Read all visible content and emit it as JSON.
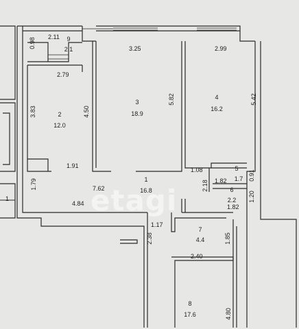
{
  "watermark": "etagi",
  "rooms": [
    {
      "id": "room-1",
      "number": "1",
      "area": "16.8"
    },
    {
      "id": "room-2",
      "number": "2",
      "area": "12.0"
    },
    {
      "id": "room-3",
      "number": "3",
      "area": "18.9"
    },
    {
      "id": "room-4",
      "number": "4",
      "area": "16.2"
    },
    {
      "id": "room-5",
      "number": "5",
      "area": "1.7"
    },
    {
      "id": "room-6",
      "number": "6",
      "area": "2.2"
    },
    {
      "id": "room-7",
      "number": "7",
      "area": "4.4"
    },
    {
      "id": "room-8",
      "number": "8",
      "area": "17.6"
    },
    {
      "id": "room-9",
      "number": "9",
      "area": "2.1"
    }
  ],
  "dimensions": {
    "d211": "2.11",
    "d098": "0.98",
    "d325": "3.25",
    "d299": "2.99",
    "d279": "2.79",
    "d383": "3.83",
    "d450": "4.50",
    "d582": "5.82",
    "d542": "5.42",
    "d191": "1.91",
    "d108": "1.08",
    "d762": "7.62",
    "d179": "1.79",
    "d182a": "1.82",
    "d182b": "1.82",
    "d091": "0.91",
    "d218": "2.18",
    "d120": "1.20",
    "d484": "4.84",
    "d117": "1.17",
    "d238": "2.38",
    "d185": "1.85",
    "d240": "2.40",
    "d480": "4.80",
    "marker1": "1"
  }
}
